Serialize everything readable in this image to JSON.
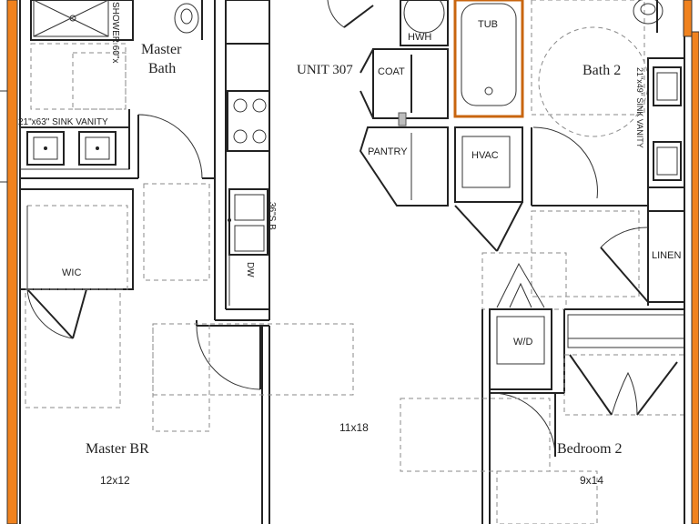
{
  "plan": {
    "unit_label": "UNIT 307",
    "rooms": {
      "master_bath": {
        "line1": "Master",
        "line2": "Bath"
      },
      "master_br": {
        "name": "Master BR",
        "size": "12x12"
      },
      "living": {
        "size": "11x18"
      },
      "bedroom2": {
        "name": "Bedroom 2",
        "size": "9x14"
      },
      "bath2": {
        "name": "Bath 2"
      },
      "wic": "WIC",
      "hwh": "HWH",
      "coat": "COAT",
      "pantry": "PANTRY",
      "hvac": "HVAC",
      "tub": "TUB",
      "linen": "LINEN",
      "wd": "W/D",
      "dw": "DW"
    },
    "fixtures": {
      "shower_label": "SHOWER 60\"x",
      "sink_vanity_master": "21\"x63\" SINK VANITY",
      "sink_vanity_bath2": "21\"x49\" SINK VANITY",
      "kitchen_sink": "36\"S.B"
    },
    "colors": {
      "exterior_wall": "#f0821e",
      "interior_wall": "#222222",
      "fixture_outline": "#8a8a8a"
    }
  }
}
